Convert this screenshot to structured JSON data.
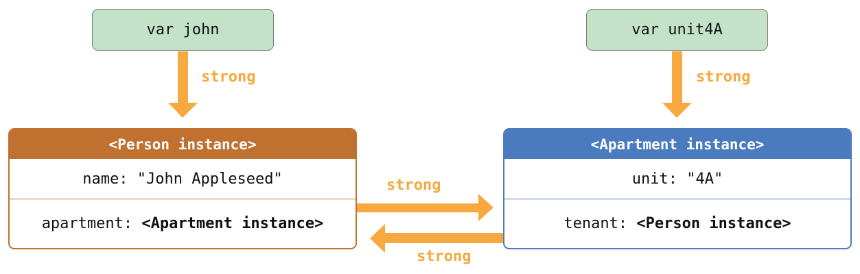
{
  "variables": {
    "john": {
      "label": "var john"
    },
    "unit4A": {
      "label": "var unit4A"
    }
  },
  "person": {
    "header": "<Person instance>",
    "name_key": "name:",
    "name_value": "\"John Appleseed\"",
    "apartment_key": "apartment:",
    "apartment_value": "<Apartment instance>"
  },
  "apartment": {
    "header": "<Apartment instance>",
    "unit_key": "unit:",
    "unit_value": "\"4A\"",
    "tenant_key": "tenant:",
    "tenant_value": "<Person instance>"
  },
  "references": {
    "john_to_person": "strong",
    "unit4A_to_apartment": "strong",
    "person_to_apartment": "strong",
    "apartment_to_person": "strong"
  },
  "colors": {
    "variable_fill": "#c3e2c8",
    "person_accent": "#c0712f",
    "apartment_accent": "#4a7bbf",
    "arrow": "#f7a83e"
  }
}
